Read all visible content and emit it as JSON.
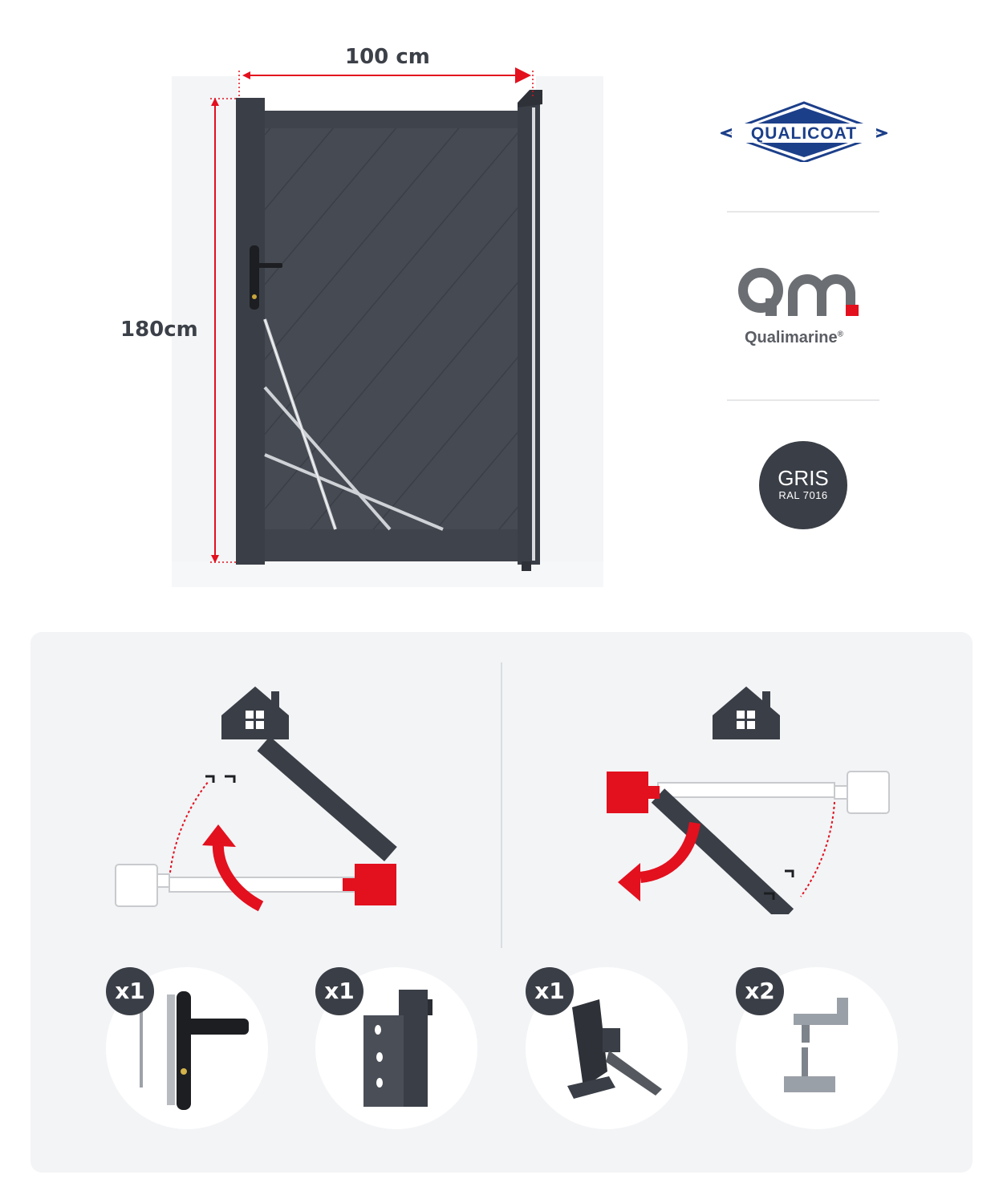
{
  "dimensions": {
    "width_label": "100 cm",
    "height_label": "180cm"
  },
  "certifications": {
    "qualicoat": "QUALICOAT",
    "qualimarine": {
      "monogram": "QM",
      "name": "Qualimarine",
      "mark": "®"
    }
  },
  "color": {
    "name": "GRIS",
    "code": "RAL 7016",
    "hex": "#3a3e46"
  },
  "opening_options": [
    {
      "id": "push-left",
      "direction": "inward-left"
    },
    {
      "id": "pull-right",
      "direction": "outward-left"
    }
  ],
  "accessories": [
    {
      "id": "lock-handle",
      "qty": "x1"
    },
    {
      "id": "latch-stop",
      "qty": "x1"
    },
    {
      "id": "gate-stopper",
      "qty": "x1"
    },
    {
      "id": "pivot-hinges",
      "qty": "x2"
    }
  ],
  "colors": {
    "accent": "#e3101e",
    "dark": "#3a3e46",
    "panel": "#f3f4f6"
  }
}
